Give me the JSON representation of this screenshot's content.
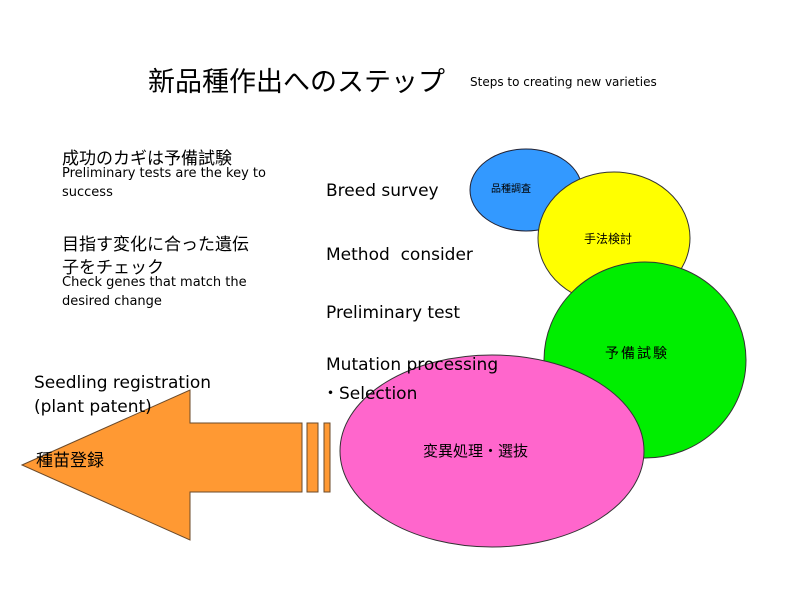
{
  "title": {
    "jp": "新品種作出へのステップ",
    "en": "Steps to creating new varieties"
  },
  "notes": [
    {
      "jp": "成功のカギは予備試験",
      "en": [
        "Preliminary tests are the key to",
        "success"
      ]
    },
    {
      "jp": [
        "目指す変化に合った遺伝",
        "子をチェック"
      ],
      "en": [
        "Check genes that match the",
        "desired change"
      ]
    }
  ],
  "steps_en": [
    "Breed survey",
    "Method  consider",
    "Preliminary test",
    "Mutation processing",
    "・Selection"
  ],
  "circles": [
    {
      "label": "品種調査",
      "color": "#3399ff"
    },
    {
      "label": "手法検討",
      "color": "#ffff00"
    },
    {
      "label": "予備試験",
      "color": "#00ee00"
    },
    {
      "label": "変異処理・選抜",
      "color": "#ff66cc"
    }
  ],
  "result": {
    "en": [
      "Seedling registration",
      "(plant patent)"
    ],
    "jp": "種苗登録",
    "arrow_color": "#ff9933"
  }
}
